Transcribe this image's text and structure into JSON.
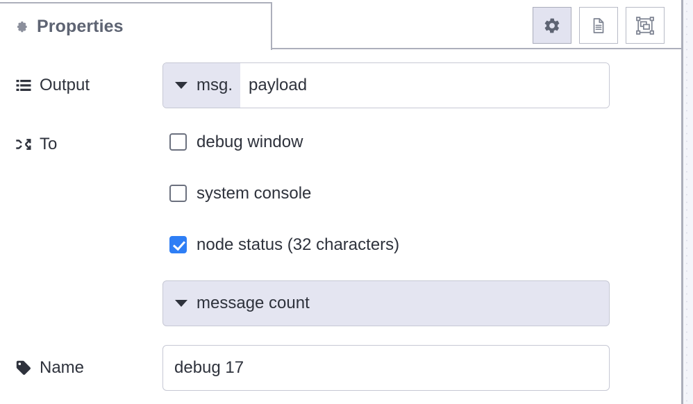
{
  "panel": {
    "tab_title": "Properties",
    "tab_icon": "gear-icon"
  },
  "header_buttons": [
    {
      "name": "properties-button",
      "icon": "gear-icon",
      "active": true
    },
    {
      "name": "description-button",
      "icon": "document-icon",
      "active": false
    },
    {
      "name": "appearance-button",
      "icon": "appearance-icon",
      "active": false
    }
  ],
  "form": {
    "output": {
      "label": "Output",
      "icon": "list-icon",
      "prefix": "msg.",
      "prefix_caret": "caret-down-icon",
      "value": "payload"
    },
    "to": {
      "label": "To",
      "icon": "shuffle-icon",
      "options": [
        {
          "label": "debug window",
          "checked": false
        },
        {
          "label": "system console",
          "checked": false
        },
        {
          "label": "node status (32 characters)",
          "checked": true
        }
      ],
      "status_select": {
        "value": "message count",
        "caret": "caret-down-icon"
      }
    },
    "name": {
      "label": "Name",
      "icon": "tag-icon",
      "value": "debug 17",
      "placeholder": "Name"
    }
  },
  "colors": {
    "accent_checked": "#2e7ef5",
    "field_lavender": "#e4e5f1",
    "border": "#c6c8d4",
    "title": "#5e6473",
    "text": "#2e323c"
  }
}
